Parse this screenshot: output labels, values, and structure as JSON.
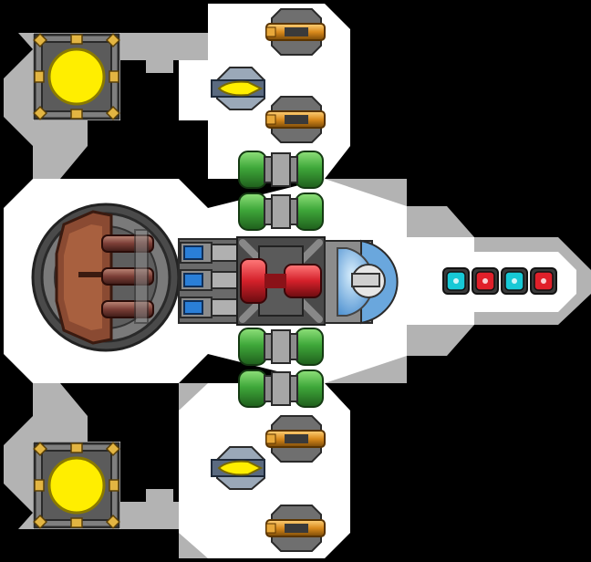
{
  "scene": {
    "title": "",
    "palette": {
      "background": "#000000",
      "room_floor": "#ffffff",
      "corridor": "#b3b3b3",
      "hull_dark": "#3a3a3a",
      "hull_mid": "#8c8c8c",
      "reactor_yellow": "#ffee00",
      "cannon_orange": "#d98a1c",
      "tank_green": "#3fa83a",
      "engine_red": "#d4202a",
      "turret_brown": "#8a4a32",
      "thruster_blue": "#2a7fd8",
      "light_cyan": "#17c9d6",
      "light_red": "#e0202a"
    },
    "reactors": [
      {
        "name": "reactor-top",
        "icon": "reactor-core-icon"
      },
      {
        "name": "reactor-bottom",
        "icon": "reactor-core-icon"
      }
    ],
    "cannons": [
      {
        "name": "cannon-top-1",
        "icon": "cannon-icon"
      },
      {
        "name": "cannon-top-2",
        "icon": "cannon-icon"
      },
      {
        "name": "cannon-bottom-1",
        "icon": "cannon-icon"
      },
      {
        "name": "cannon-bottom-2",
        "icon": "cannon-icon"
      }
    ],
    "missiles": [
      {
        "name": "missile-launcher-top",
        "icon": "missile-icon"
      },
      {
        "name": "missile-launcher-bottom",
        "icon": "missile-icon"
      }
    ],
    "tanks": [
      {
        "name": "fuel-tank-1",
        "icon": "tank-icon"
      },
      {
        "name": "fuel-tank-2",
        "icon": "tank-icon"
      },
      {
        "name": "fuel-tank-3",
        "icon": "tank-icon"
      },
      {
        "name": "fuel-tank-4",
        "icon": "tank-icon"
      }
    ],
    "turret": {
      "name": "main-turret",
      "icon": "turret-icon",
      "barrels": 3
    },
    "thrusters": {
      "name": "thruster-bank",
      "icon": "thruster-icon",
      "count": 3
    },
    "core": {
      "name": "engine-core",
      "icon": "engine-core-icon"
    },
    "cockpit": {
      "name": "cockpit-dome",
      "icon": "cockpit-icon"
    },
    "lights": [
      {
        "name": "nav-light-1",
        "color": "cyan"
      },
      {
        "name": "nav-light-2",
        "color": "red"
      },
      {
        "name": "nav-light-3",
        "color": "cyan"
      },
      {
        "name": "nav-light-4",
        "color": "red"
      }
    ]
  }
}
